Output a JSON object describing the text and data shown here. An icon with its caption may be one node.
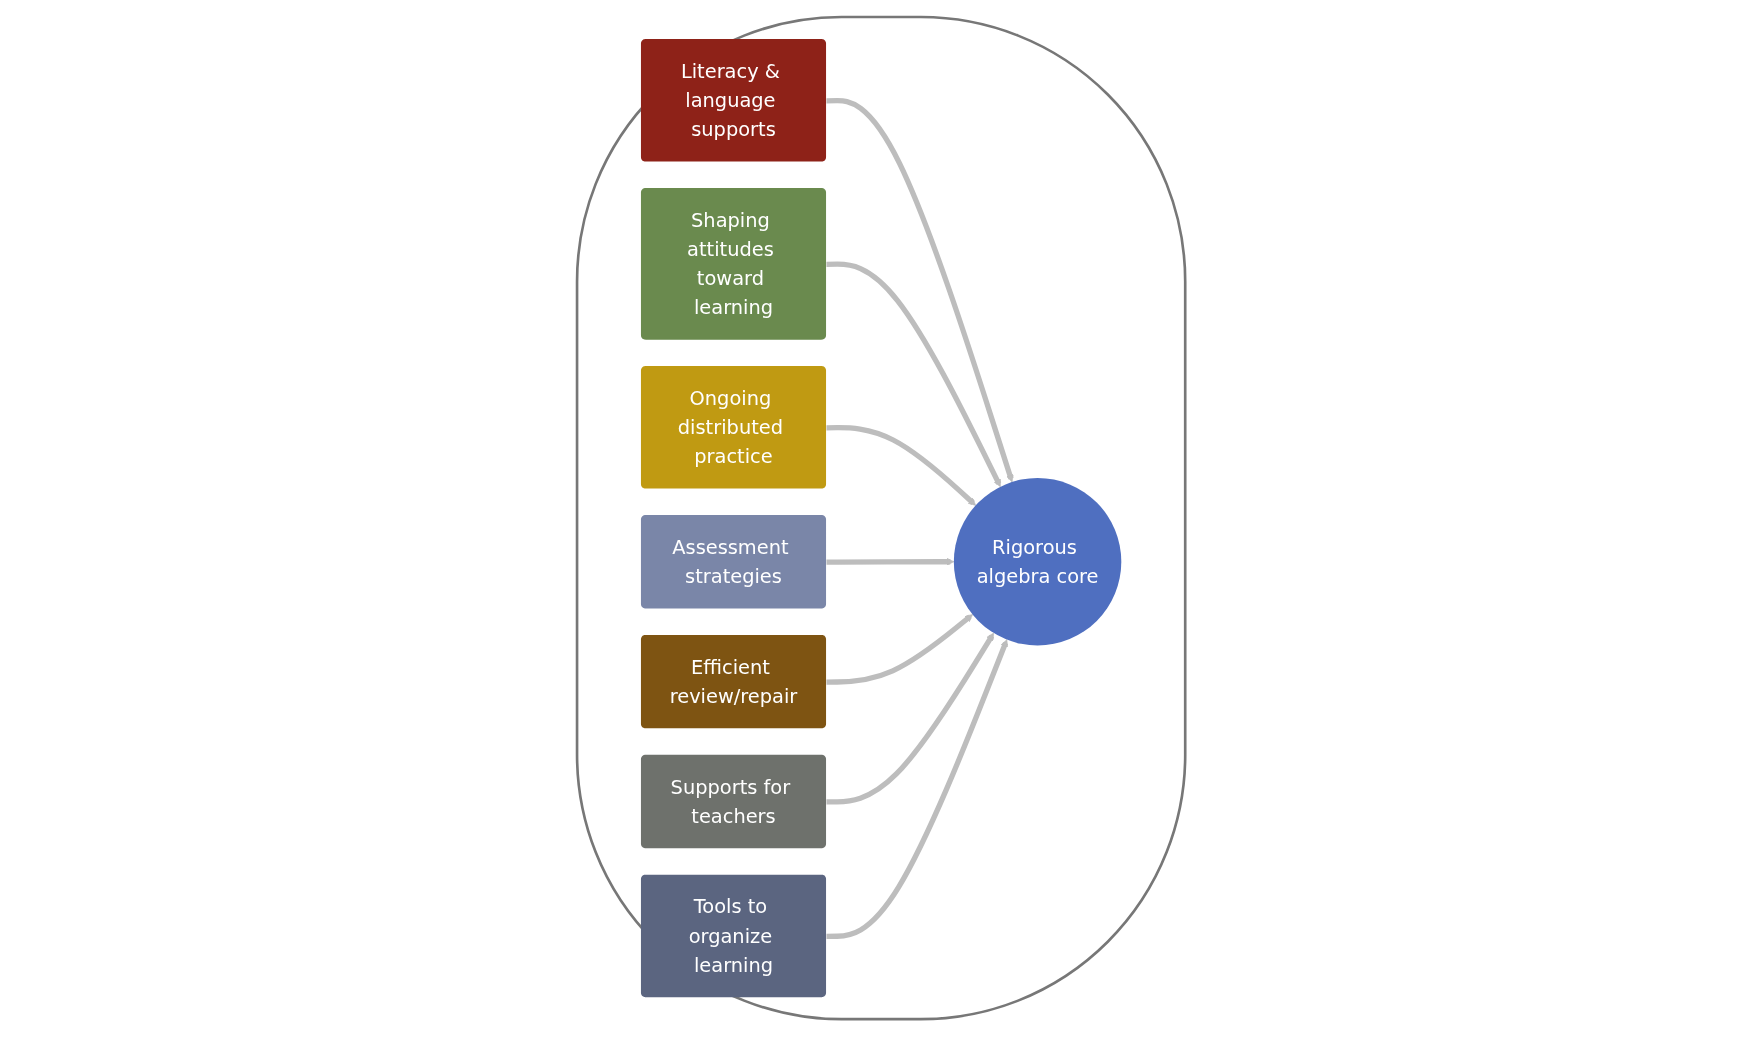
{
  "diagram": {
    "nodes": [
      {
        "text": [],
        "shape": "ellipse"
      },
      {
        "text": [
          "Literacy & language supports"
        ],
        "in": 0
      },
      {
        "text": [
          "Shaping attitudes toward learning"
        ],
        "in": 0
      },
      {
        "text": [
          "Ongoing distributed practice"
        ],
        "in": 0
      },
      {
        "text": [
          "Assessment strategies"
        ],
        "in": 0
      },
      {
        "text": [
          "Efficient review/repair"
        ],
        "in": 0
      },
      {
        "text": [
          "Rigorous algebra core"
        ],
        "in": 0
      },
      {
        "text": [
          "Supports for teachers"
        ],
        "in": 0
      },
      {
        "text": [
          "Tools to organize learning"
        ],
        "in": 0
      }
    ],
    "edges": [
      {
        "from": 1,
        "to": 6,
        "arrow": "to"
      },
      {
        "from": 2,
        "to": 6,
        "arrow": "to"
      },
      {
        "from": 3,
        "to": 6,
        "arrow": "to"
      },
      {
        "from": 4,
        "to": 6,
        "arrow": "to"
      },
      {
        "from": 5,
        "to": 6,
        "arrow": "to"
      },
      {
        "from": 7,
        "to": 6,
        "arrow": "to"
      },
      {
        "from": 8,
        "to": 6,
        "arrow": "to"
      }
    ]
  }
}
